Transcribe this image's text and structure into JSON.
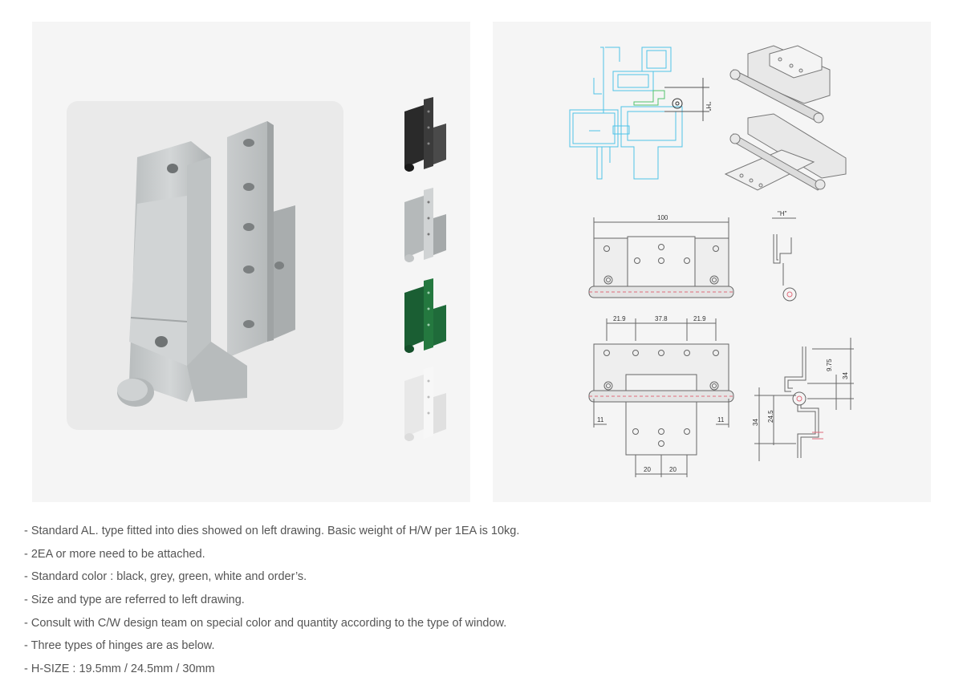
{
  "colors": {
    "panel_bg": "#f5f5f5",
    "hinge_grey": "#c4c8c9",
    "swatch_black": "#2a2a2a",
    "swatch_grey": "#c9cccd",
    "swatch_green": "#1f6b3a",
    "swatch_white": "#f2f2f2",
    "profile_cyan": "#4fc3e8",
    "hinge_green": "#53c26d",
    "dim_red": "#e06b7a"
  },
  "color_swatches": [
    "black",
    "grey",
    "green",
    "white"
  ],
  "drawing": {
    "h_label": "\"H\"",
    "h_label_top": "\"H\"",
    "dim_width": "100",
    "dim_hole_left": "21.9",
    "dim_hole_mid": "37.8",
    "dim_hole_right": "21.9",
    "dim_edge_left": "11",
    "dim_edge_right": "11",
    "dim_bottom_left": "20",
    "dim_bottom_right": "20",
    "dim_side_975": "9.75",
    "dim_side_34_right": "34",
    "dim_side_245": "24.5",
    "dim_side_34_left": "34"
  },
  "notes": [
    "- Standard AL. type fitted into dies showed on left drawing. Basic weight of H/W per 1EA is 10kg.",
    "- 2EA or more need to be attached.",
    "- Standard color : black, grey, green, white and order’s.",
    "- Size and type are referred to left drawing.",
    "- Consult with C/W design team on special color and quantity according to the type of window.",
    "- Three types of hinges are as below.",
    "- H-SIZE : 19.5mm / 24.5mm / 30mm"
  ]
}
